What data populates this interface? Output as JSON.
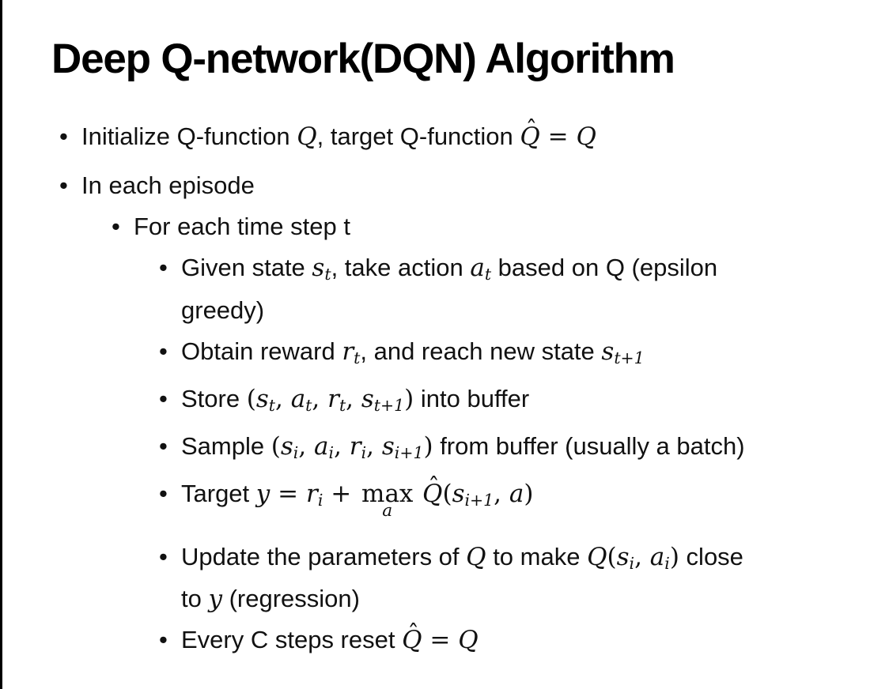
{
  "slide": {
    "title": "Deep Q-network(DQN) Algorithm",
    "bullet_glyph": "•",
    "colors": {
      "background": "#ffffff",
      "text": "#111111",
      "border_left": "#000000"
    },
    "bullets": [
      {
        "level": 1,
        "runs": [
          {
            "t": "Initialize Q-function "
          },
          {
            "t": "Q",
            "s": "m"
          },
          {
            "t": ", target Q-function "
          },
          {
            "t": "Q",
            "s": "m",
            "hat": "ˆ"
          },
          {
            "t": " = ",
            "s": "u"
          },
          {
            "t": "Q",
            "s": "m"
          }
        ]
      },
      {
        "level": 1,
        "runs": [
          {
            "t": "In each episode"
          }
        ]
      },
      {
        "level": 2,
        "runs": [
          {
            "t": "For each time step t"
          }
        ]
      },
      {
        "level": 3,
        "runs": [
          {
            "t": "Given state "
          },
          {
            "t": "s",
            "s": "m"
          },
          {
            "t": "t",
            "s": "m",
            "sub": true
          },
          {
            "t": ", take action "
          },
          {
            "t": "a",
            "s": "m"
          },
          {
            "t": "t",
            "s": "m",
            "sub": true
          },
          {
            "t": " based on Q (epsilon"
          },
          {
            "br": true
          },
          {
            "t": "greedy)"
          }
        ]
      },
      {
        "level": 3,
        "runs": [
          {
            "t": "Obtain reward "
          },
          {
            "t": "r",
            "s": "m"
          },
          {
            "t": "t",
            "s": "m",
            "sub": true
          },
          {
            "t": ", and reach new state "
          },
          {
            "t": "s",
            "s": "m"
          },
          {
            "t": "t+1",
            "s": "m",
            "sub": true
          }
        ]
      },
      {
        "level": 3,
        "runs": [
          {
            "t": "Store "
          },
          {
            "t": "(",
            "s": "u"
          },
          {
            "t": "s",
            "s": "m"
          },
          {
            "t": "t",
            "s": "m",
            "sub": true
          },
          {
            "t": ", ",
            "s": "u"
          },
          {
            "t": "a",
            "s": "m"
          },
          {
            "t": "t",
            "s": "m",
            "sub": true
          },
          {
            "t": ", ",
            "s": "u"
          },
          {
            "t": "r",
            "s": "m"
          },
          {
            "t": "t",
            "s": "m",
            "sub": true
          },
          {
            "t": ", ",
            "s": "u"
          },
          {
            "t": "s",
            "s": "m"
          },
          {
            "t": "t+1",
            "s": "m",
            "sub": true
          },
          {
            "t": ")",
            "s": "u"
          },
          {
            "t": " into buffer"
          }
        ]
      },
      {
        "level": 3,
        "runs": [
          {
            "t": "Sample "
          },
          {
            "t": "(",
            "s": "u"
          },
          {
            "t": "s",
            "s": "m"
          },
          {
            "t": "i",
            "s": "m",
            "sub": true
          },
          {
            "t": ", ",
            "s": "u"
          },
          {
            "t": "a",
            "s": "m"
          },
          {
            "t": "i",
            "s": "m",
            "sub": true
          },
          {
            "t": ", ",
            "s": "u"
          },
          {
            "t": "r",
            "s": "m"
          },
          {
            "t": "i",
            "s": "m",
            "sub": true
          },
          {
            "t": ", ",
            "s": "u"
          },
          {
            "t": "s",
            "s": "m"
          },
          {
            "t": "i+1",
            "s": "m",
            "sub": true
          },
          {
            "t": ")",
            "s": "u"
          },
          {
            "t": " from buffer (usually a batch)"
          }
        ]
      },
      {
        "level": 3,
        "runs": [
          {
            "t": "Target "
          },
          {
            "t": "y",
            "s": "m"
          },
          {
            "t": " = ",
            "s": "u"
          },
          {
            "t": "r",
            "s": "m"
          },
          {
            "t": "i",
            "s": "m",
            "sub": true
          },
          {
            "t": " + ",
            "s": "u"
          },
          {
            "t": "max",
            "s": "stk",
            "under": "a"
          },
          {
            "t": " "
          },
          {
            "t": "Q",
            "s": "m",
            "hat": "ˆ"
          },
          {
            "t": "(",
            "s": "u"
          },
          {
            "t": "s",
            "s": "m"
          },
          {
            "t": "i+1",
            "s": "m",
            "sub": true
          },
          {
            "t": ", ",
            "s": "u"
          },
          {
            "t": "a",
            "s": "m"
          },
          {
            "t": ")",
            "s": "u"
          }
        ]
      },
      {
        "level": 3,
        "runs": [
          {
            "t": "Update the parameters of "
          },
          {
            "t": "Q",
            "s": "m"
          },
          {
            "t": " to make "
          },
          {
            "t": "Q",
            "s": "m"
          },
          {
            "t": "(",
            "s": "u"
          },
          {
            "t": "s",
            "s": "m"
          },
          {
            "t": "i",
            "s": "m",
            "sub": true
          },
          {
            "t": ", ",
            "s": "u"
          },
          {
            "t": "a",
            "s": "m"
          },
          {
            "t": "i",
            "s": "m",
            "sub": true
          },
          {
            "t": ")",
            "s": "u"
          },
          {
            "t": " close"
          },
          {
            "br": true
          },
          {
            "t": "to "
          },
          {
            "t": "y",
            "s": "m"
          },
          {
            "t": " (regression)"
          }
        ]
      },
      {
        "level": 3,
        "runs": [
          {
            "t": "Every C steps reset "
          },
          {
            "t": "Q",
            "s": "m",
            "hat": "ˆ"
          },
          {
            "t": " = ",
            "s": "u"
          },
          {
            "t": "Q",
            "s": "m"
          }
        ]
      }
    ]
  }
}
